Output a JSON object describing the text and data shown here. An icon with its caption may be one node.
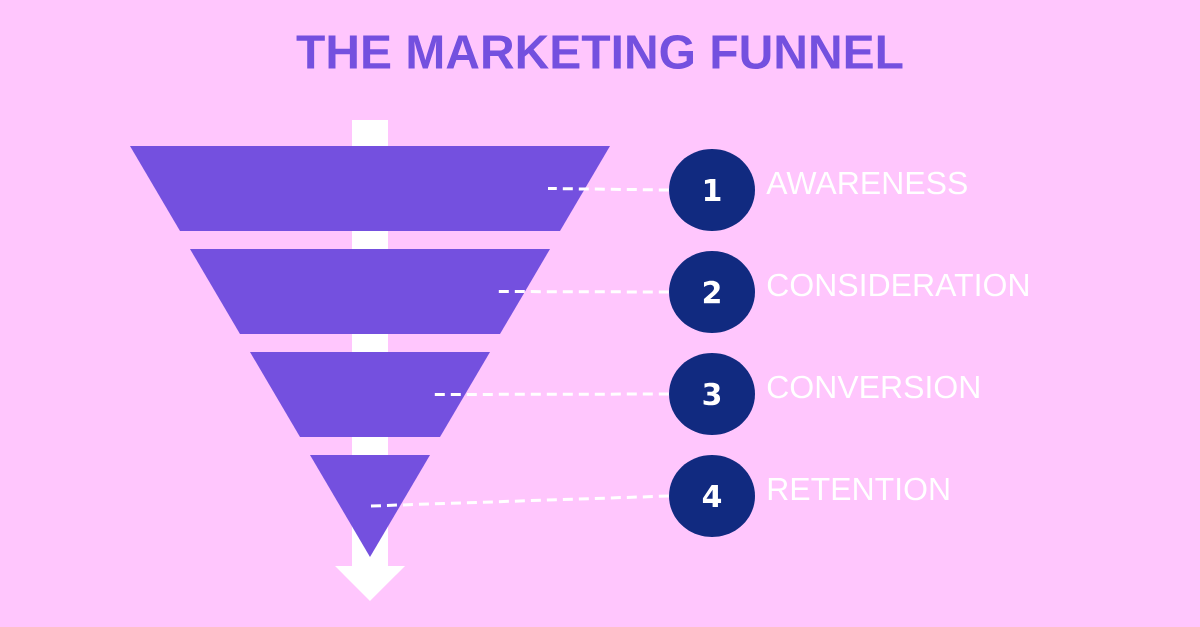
{
  "diagram": {
    "title": "THE MARKETING FUNNEL",
    "nodes": [
      {
        "text": [],
        "shape": "trapezoid"
      },
      {
        "text": [],
        "shape": "trapezoid"
      },
      {
        "text": [],
        "shape": "trapezoid"
      },
      {
        "text": [],
        "shape": "triangle"
      },
      {
        "text": [
          "1"
        ],
        "beside": [
          "AWARENESS"
        ]
      },
      {
        "text": [
          "2"
        ],
        "beside": [
          "CONSIDERATION"
        ]
      },
      {
        "text": [
          "3"
        ],
        "beside": [
          "CONVERSION"
        ]
      },
      {
        "text": [
          "4"
        ],
        "beside": [
          "RETENTION"
        ]
      }
    ],
    "edges": [
      {
        "from": 4,
        "to": 0,
        "arrow": "none",
        "style": "dashed"
      },
      {
        "from": 5,
        "to": 1,
        "arrow": "none",
        "style": "dashed"
      },
      {
        "from": 6,
        "to": 2,
        "arrow": "none",
        "style": "dashed"
      },
      {
        "from": 7,
        "to": 3,
        "arrow": "none",
        "style": "dashed"
      }
    ]
  }
}
